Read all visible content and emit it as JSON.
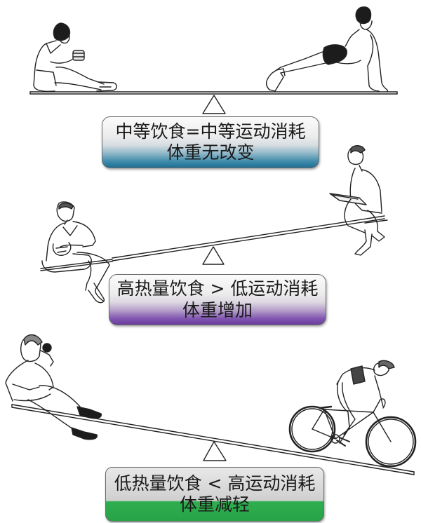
{
  "panels": [
    {
      "id": "balanced",
      "line1": "中等饮食=中等运动消耗",
      "line2": "体重无改变",
      "accent_color": "#1f6f93",
      "left_figure": "boy-sitting-eating",
      "right_figure": "athlete-lunge-stretch",
      "seesaw_tilt": "level"
    },
    {
      "id": "gain",
      "line1": "高热量饮食 > 低运动消耗",
      "line2": "体重增加",
      "accent_color": "#6a3d9e",
      "left_figure": "man-sitting-eating-snacks",
      "right_figure": "man-sitting-reading",
      "seesaw_tilt": "left-down"
    },
    {
      "id": "loss",
      "line1": "低热量饮食 < 高运动消耗",
      "line2": "体重减轻",
      "accent_color": "#27a347",
      "left_figure": "woman-sitting-eating-apple",
      "right_figure": "cyclist-on-bike",
      "seesaw_tilt": "right-down"
    }
  ]
}
